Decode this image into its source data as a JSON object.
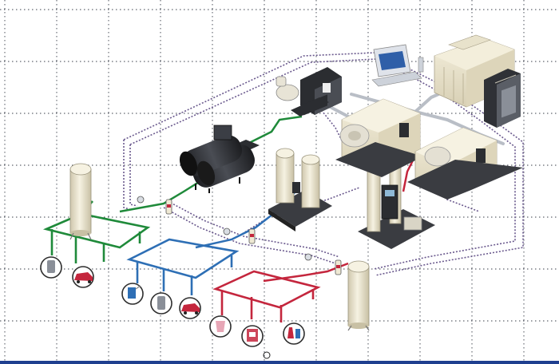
{
  "diagram": {
    "kind": "isometric compressed air distribution system",
    "background": "#ffffff",
    "grid": true,
    "colors": {
      "grid_dots": "#3a3f4a",
      "control_network": "#6b5a8e",
      "ring_green": "#1f8a3a",
      "ring_blue": "#2e6fb5",
      "ring_red": "#c4263d",
      "supply_gray": "#b9bec6",
      "equipment_cream": "#ece6cf",
      "equipment_dark": "#2b2d31",
      "bottom_bar": "#1f3f8f"
    },
    "equipment": [
      {
        "id": "control-computer",
        "icon": "monitor-icon"
      },
      {
        "id": "air-handler-unit",
        "icon": "hvac-cabinet-icon"
      },
      {
        "id": "control-panel-cabinet",
        "icon": "cabinet-icon"
      },
      {
        "id": "small-compressor",
        "icon": "compressor-icon"
      },
      {
        "id": "compressor-group",
        "icon": "compressor-icon"
      },
      {
        "id": "large-compressor",
        "icon": "compressor-icon"
      },
      {
        "id": "horizontal-receiver-tanks",
        "icon": "tank-icon"
      },
      {
        "id": "twin-tower-dryer",
        "icon": "dryer-icon"
      },
      {
        "id": "dryer-with-panel",
        "icon": "dryer-icon"
      },
      {
        "id": "vertical-receiver-left",
        "icon": "tank-icon"
      },
      {
        "id": "vertical-receiver-right",
        "icon": "tank-icon"
      }
    ],
    "end_uses": [
      {
        "id": "tool-left-1",
        "icon": "pneumatic-tool-icon",
        "ring": "green"
      },
      {
        "id": "car-left-2",
        "icon": "car-icon",
        "ring": "green"
      },
      {
        "id": "spray-blue-1",
        "icon": "spray-icon",
        "ring": "blue"
      },
      {
        "id": "tool-blue-2",
        "icon": "pneumatic-tool-icon",
        "ring": "blue"
      },
      {
        "id": "car-blue-3",
        "icon": "car-icon",
        "ring": "blue"
      },
      {
        "id": "clean-red-1",
        "icon": "cleaning-icon",
        "ring": "red"
      },
      {
        "id": "press-red-2",
        "icon": "press-icon",
        "ring": "red"
      },
      {
        "id": "lab-red-3",
        "icon": "lab-icon",
        "ring": "red"
      }
    ]
  }
}
